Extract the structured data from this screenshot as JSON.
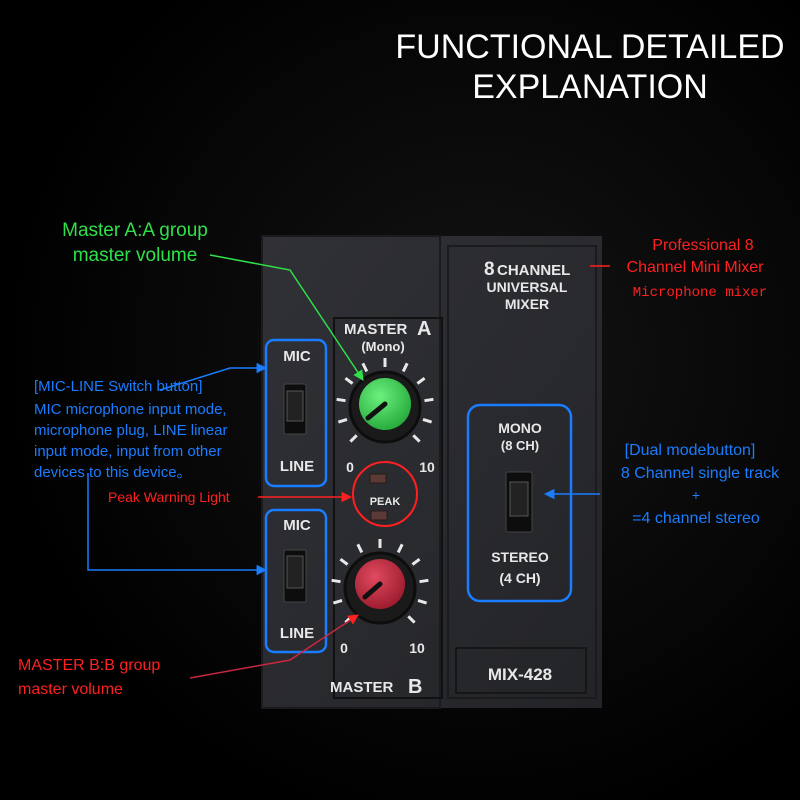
{
  "title": {
    "line1": "FUNCTIONAL DETAILED",
    "line2": "EXPLANATION"
  },
  "annotations": {
    "master_a": {
      "line1": "Master A:A group",
      "line2": "master volume"
    },
    "pro_mixer": {
      "line1": "Professional 8",
      "line2": "Channel Mini Mixer",
      "line3": "Microphone mixer"
    },
    "mic_line": {
      "line1": "[MIC-LINE Switch button]",
      "line2": "MIC microphone input mode,",
      "line3": "microphone plug, LINE linear",
      "line4": "input mode, input from other",
      "line5": "devices to this device。"
    },
    "peak": "Peak Warning Light",
    "dual_mode": {
      "line1": "[Dual modebutton]",
      "line2": "8 Channel single track",
      "line3": "+",
      "line4": "=4 channel stereo"
    },
    "master_b": {
      "line1": "MASTER B:B group",
      "line2": "master volume"
    }
  },
  "panel": {
    "brand": {
      "line1_num": "8",
      "line1_rest": "CHANNEL",
      "line2": "UNIVERSAL",
      "line3": "MIXER"
    },
    "master_a_label": {
      "word": "MASTER",
      "letter": "A",
      "sub": "(Mono)"
    },
    "master_b_label": {
      "word": "MASTER",
      "letter": "B"
    },
    "scale_min": "0",
    "scale_max": "10",
    "switch_top": "MIC",
    "switch_bottom": "LINE",
    "peak_label": "PEAK",
    "mode_top": {
      "line1": "MONO",
      "line2": "(8 CH)"
    },
    "mode_bottom": {
      "line1": "STEREO",
      "line2": "(4 CH)"
    },
    "model": "MIX-428"
  },
  "colors": {
    "blue": "#1a7cff",
    "green": "#2fe04a",
    "red": "#ff2020",
    "knob_a": "#3fd35a",
    "knob_b": "#c8283f",
    "panel": "#2a2b30"
  }
}
